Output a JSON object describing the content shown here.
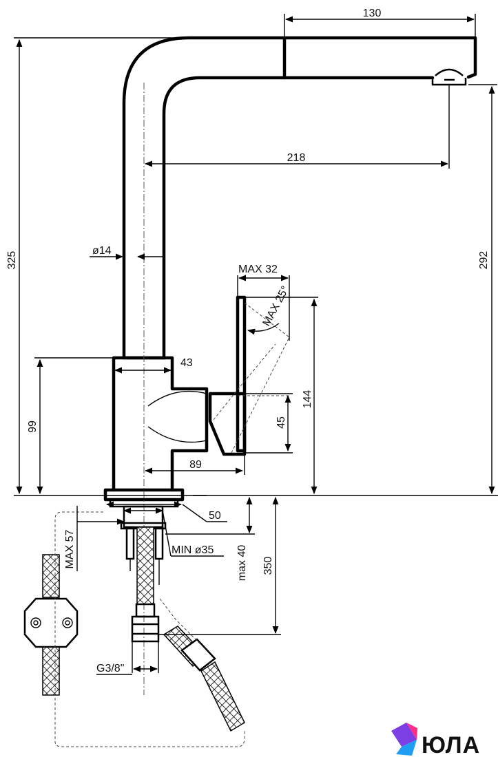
{
  "dimensions": {
    "spout_length": "130",
    "reach": "218",
    "total_height": "325",
    "outlet_height": "292",
    "pipe_diameter": "ø14",
    "lever_travel": "MAX 32",
    "lever_angle": "MAX 25°",
    "body_diameter": "43",
    "body_height": "99",
    "handle_height": "45",
    "handle_top_height": "144",
    "handle_reach": "89",
    "base_diameter": "50",
    "mounting_hole": "MIN ø35",
    "deck_thickness_max": "max 40",
    "stud_length": "MAX 57",
    "hose_length": "350",
    "thread": "G3/8\""
  },
  "logo": {
    "text": "ЮЛА",
    "colors": [
      "#7b3fe4",
      "#1e9df2",
      "#ff2d87"
    ]
  }
}
